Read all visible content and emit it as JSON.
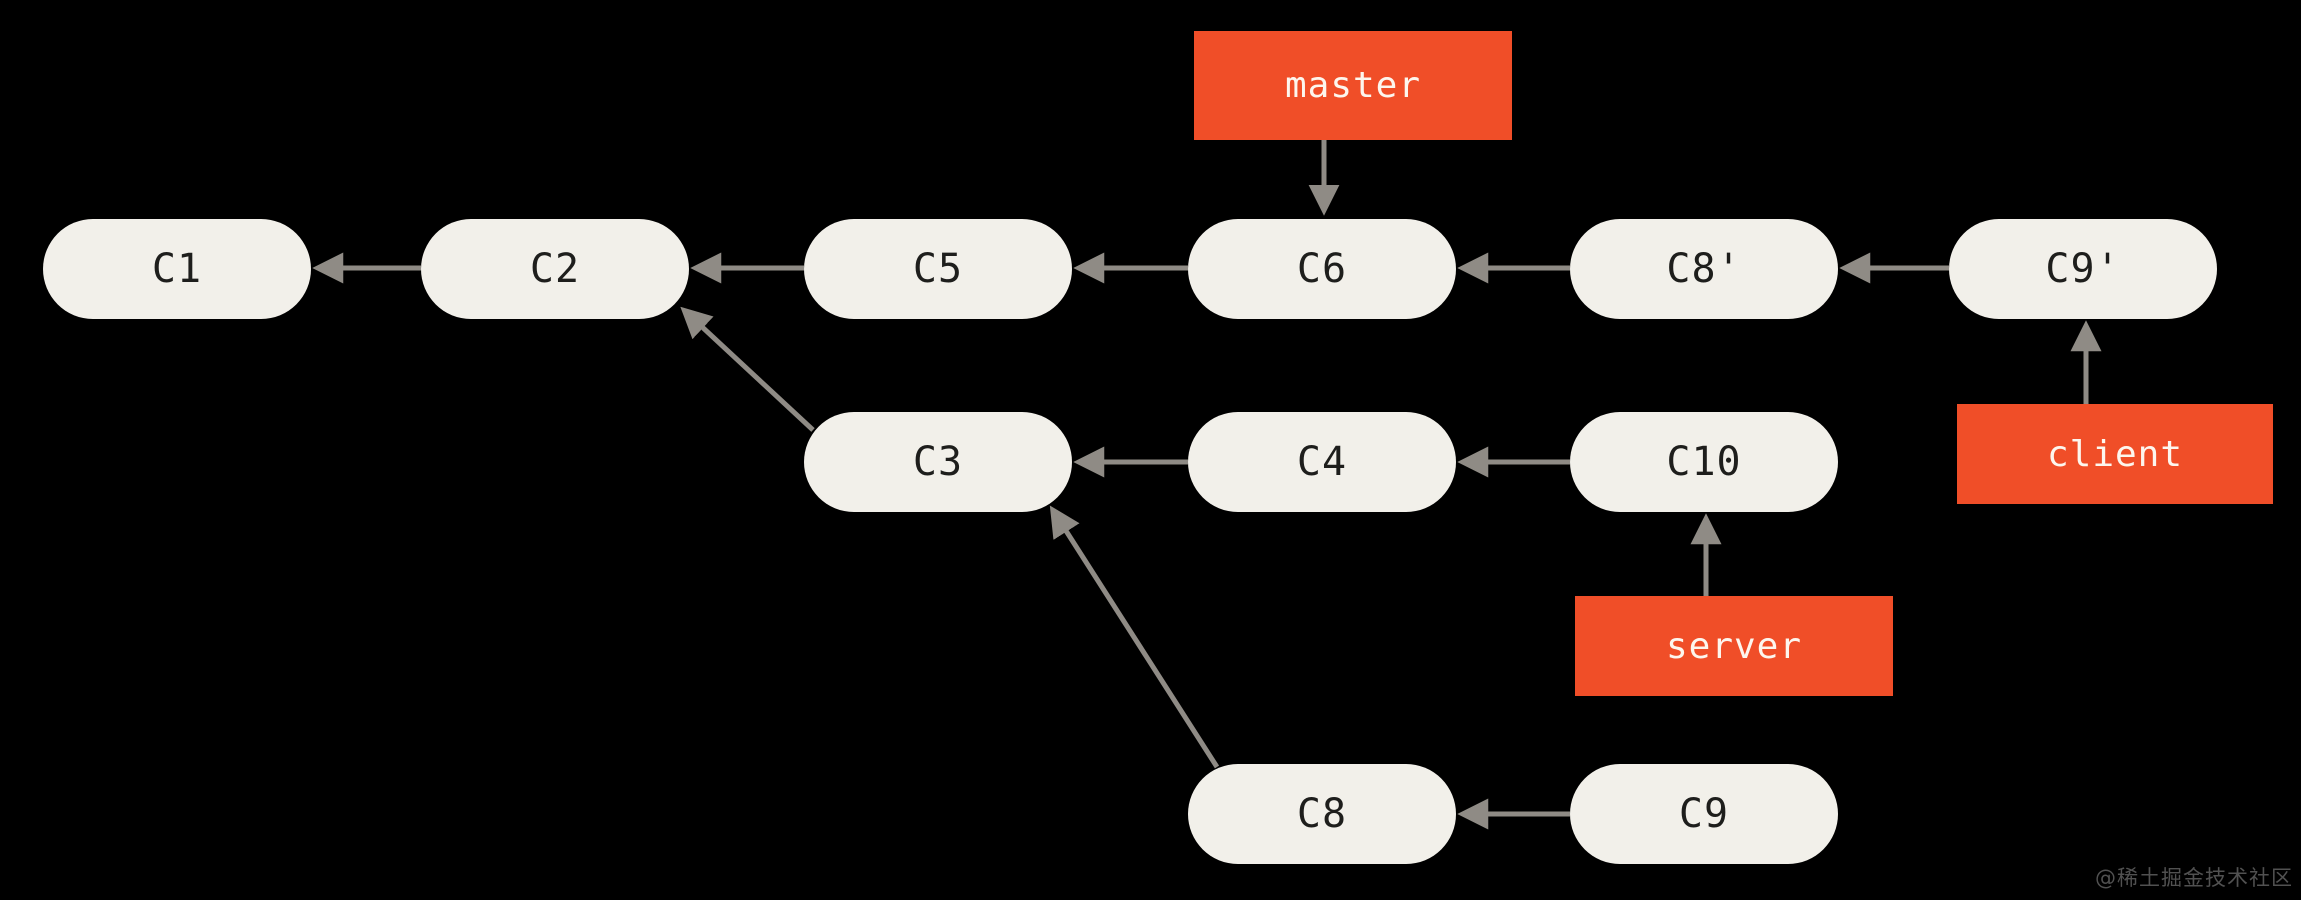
{
  "diagram": {
    "type": "git-commit-graph",
    "background_color": "#000000",
    "commit_node_fill": "#f2f0ea",
    "commit_text_color": "#1e1e1c",
    "arrow_color": "#8f8b85",
    "branch_label_fill": "#f04e28",
    "branch_label_text_color": "#fdf6ee",
    "commits": [
      {
        "label": "C1"
      },
      {
        "label": "C2"
      },
      {
        "label": "C5"
      },
      {
        "label": "C6"
      },
      {
        "label": "C8'"
      },
      {
        "label": "C9'"
      },
      {
        "label": "C3"
      },
      {
        "label": "C4"
      },
      {
        "label": "C10"
      },
      {
        "label": "C8"
      },
      {
        "label": "C9"
      }
    ],
    "branch_labels": [
      {
        "label": "master",
        "points_to": "C6"
      },
      {
        "label": "client",
        "points_to": "C9'"
      },
      {
        "label": "server",
        "points_to": "C10"
      }
    ],
    "edges": [
      {
        "from": "C2",
        "to": "C1"
      },
      {
        "from": "C5",
        "to": "C2"
      },
      {
        "from": "C6",
        "to": "C5"
      },
      {
        "from": "C8'",
        "to": "C6"
      },
      {
        "from": "C9'",
        "to": "C8'"
      },
      {
        "from": "C3",
        "to": "C2"
      },
      {
        "from": "C4",
        "to": "C3"
      },
      {
        "from": "C10",
        "to": "C4"
      },
      {
        "from": "C8",
        "to": "C3"
      },
      {
        "from": "C9",
        "to": "C8"
      }
    ]
  },
  "watermark": {
    "text": "@稀土掘金技术社区"
  }
}
